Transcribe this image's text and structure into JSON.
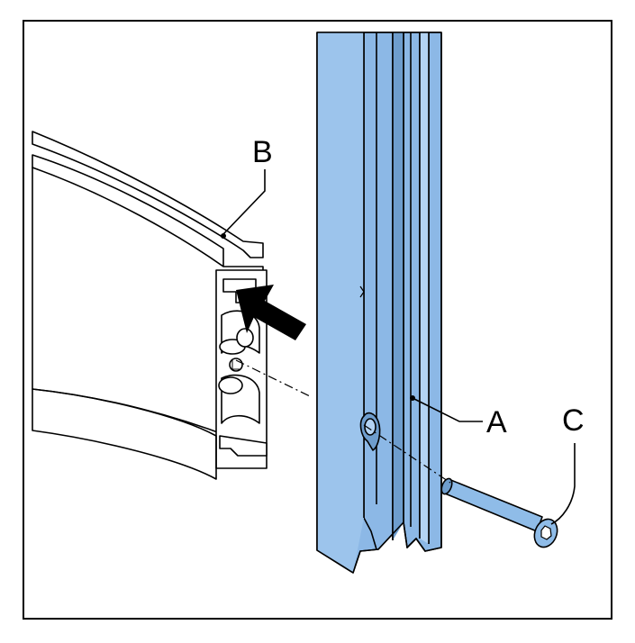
{
  "labels": {
    "a": "A",
    "b": "B",
    "c": "C"
  },
  "colors": {
    "upright_fill": "#8cb8e6",
    "upright_dark": "#6e9dcd",
    "upright_light": "#b3d3f3",
    "bolt_fill": "#8fbce8",
    "rail_fill": "#ffffff",
    "outline": "#000000",
    "frame": "#000000"
  },
  "icons": [
    "arrow-icon",
    "bolt-icon",
    "hex-socket-icon"
  ]
}
